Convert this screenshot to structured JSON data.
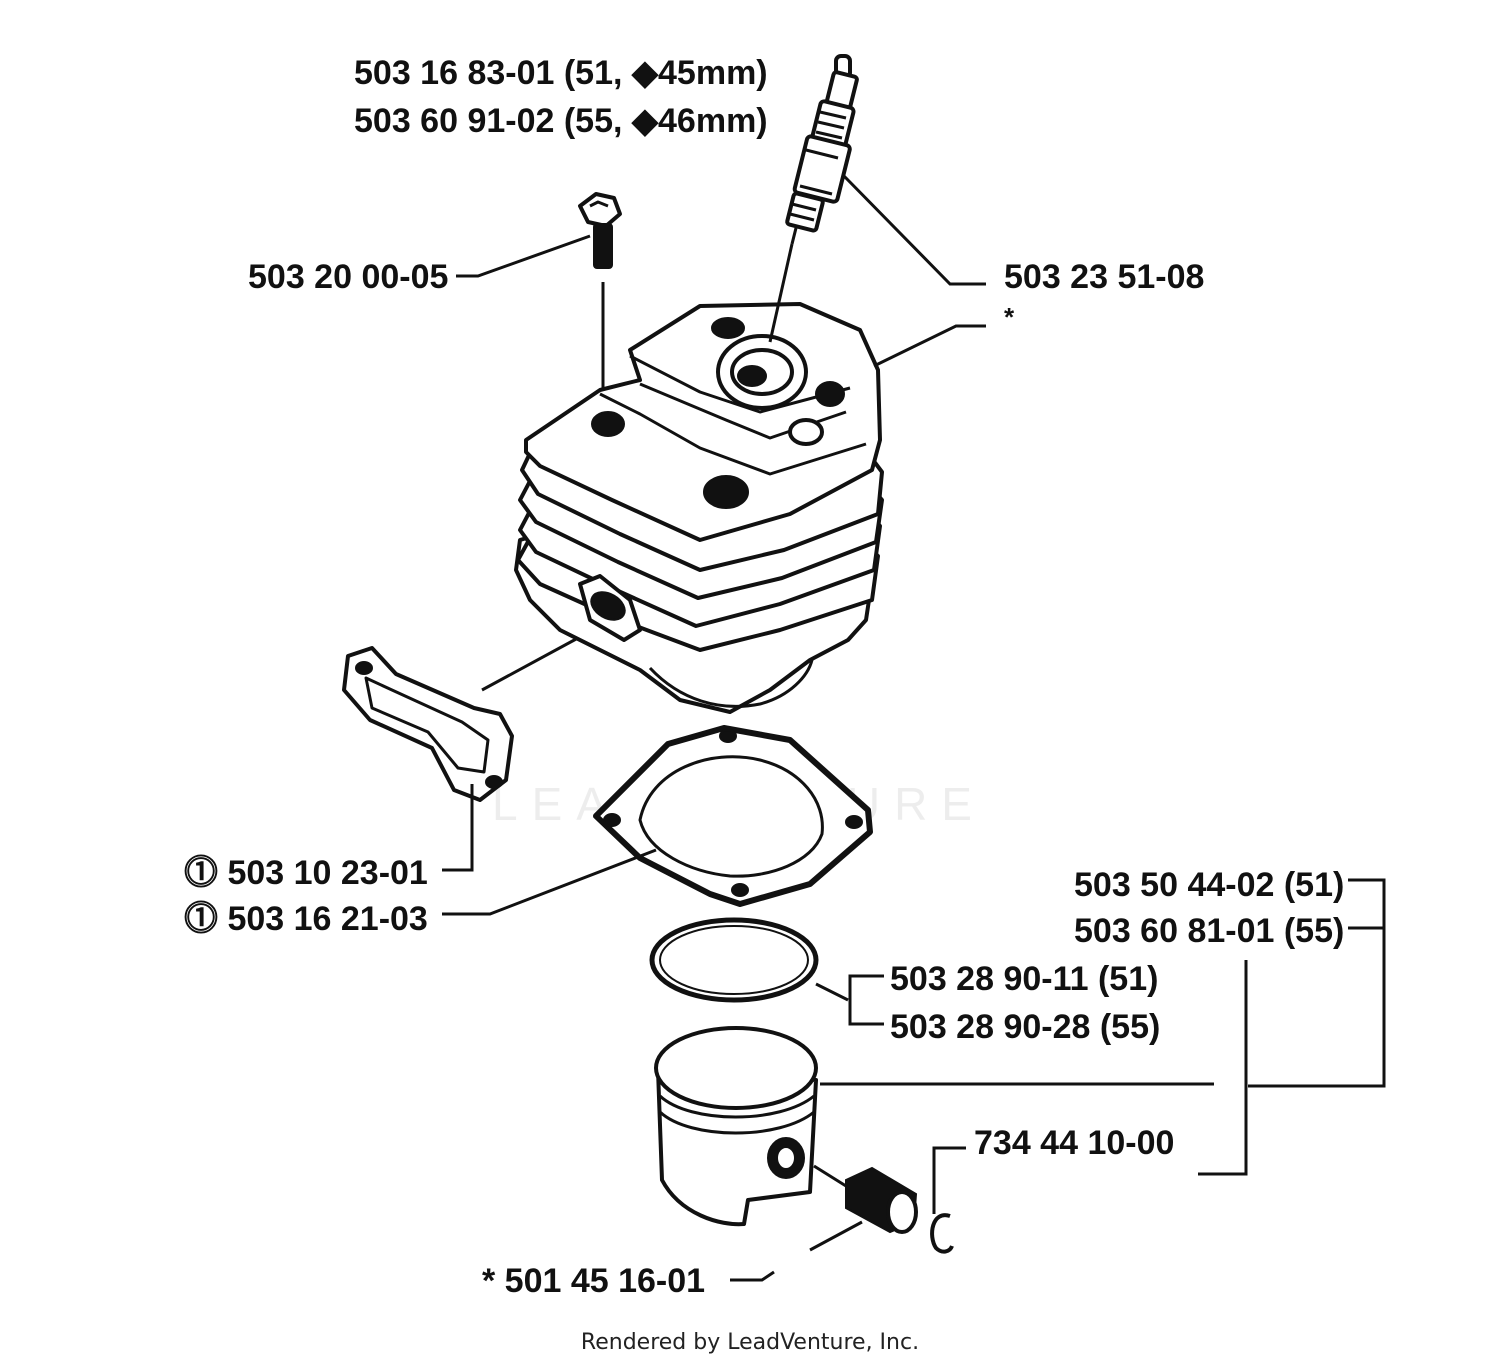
{
  "parts": {
    "spark_plug_51": "503 16 83-01 (51, ◆45mm)",
    "spark_plug_55": "503 60 91-02 (55, ◆46mm)",
    "cylinder_screw": "503 20 00-05",
    "spark_plug": "503 23 51-08",
    "cylinder_note": "*",
    "gasket_exhaust": "⓵ 503 10 23-01",
    "gasket_base": "⓵ 503 16 21-03",
    "piston_kit_51": "503 50 44-02 (51)",
    "piston_kit_55": "503 60 81-01 (55)",
    "piston_ring_51": "503 28 90-11 (51)",
    "piston_ring_55": "503 28 90-28 (55)",
    "circlip": "734 44 10-00",
    "needle_bearing": "* 501 45 16-01"
  },
  "watermark": "LEADVENTURE",
  "footer": "Rendered by LeadVenture, Inc."
}
